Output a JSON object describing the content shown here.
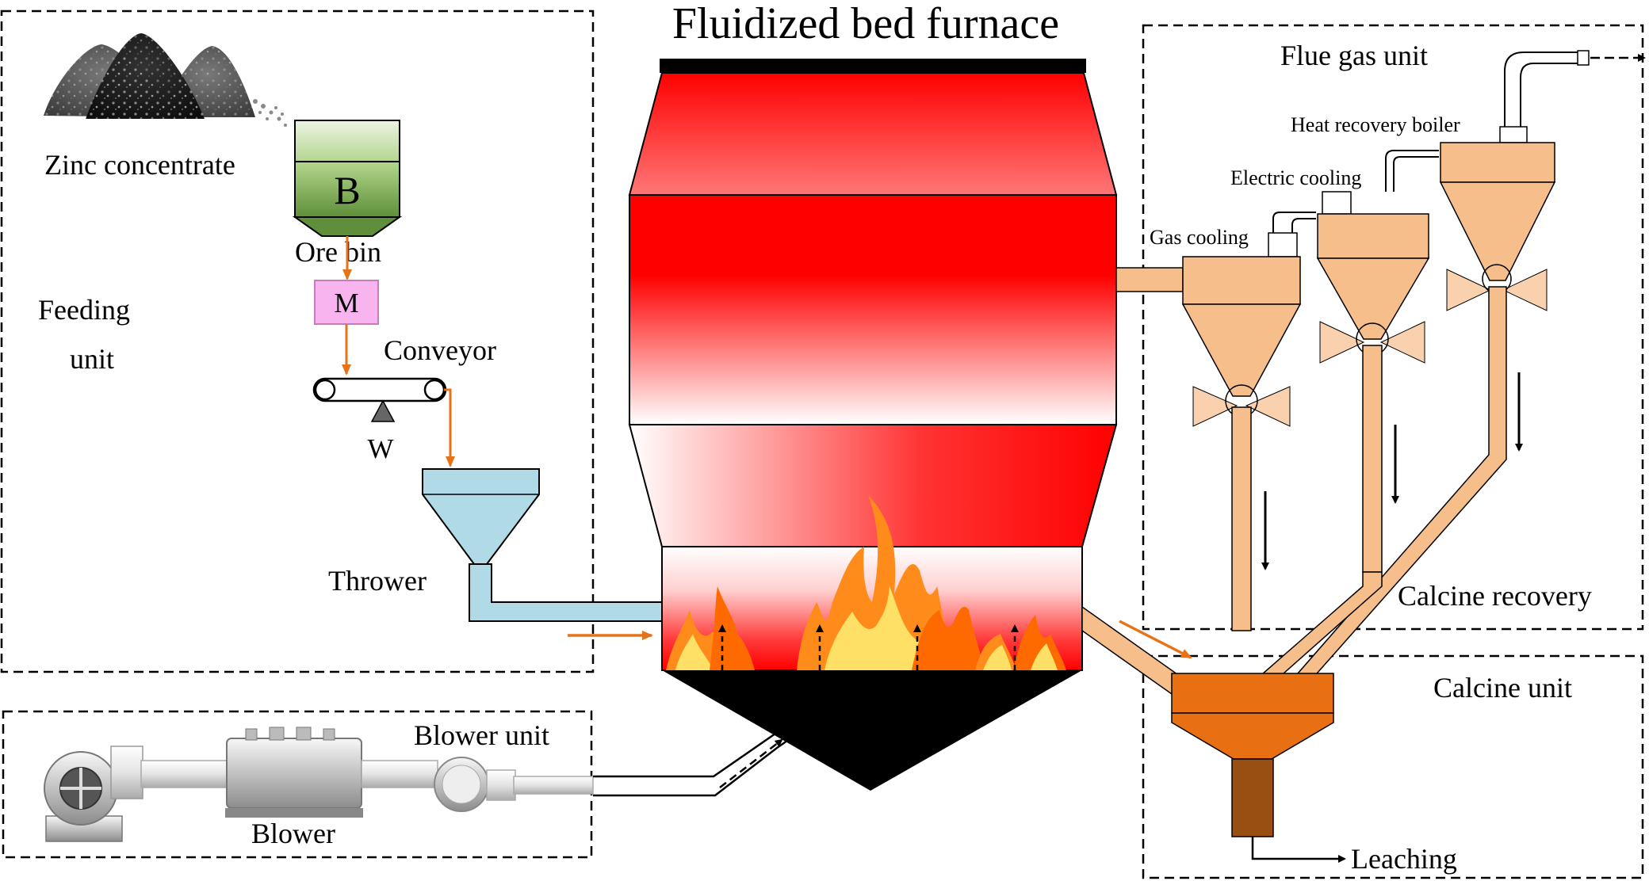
{
  "title": "Fluidized bed furnace",
  "units": {
    "feeding_line1": "Feeding",
    "feeding_line2": "unit",
    "blower": "Blower unit",
    "flue_gas": "Flue gas unit",
    "calcine": "Calcine unit"
  },
  "labels": {
    "zinc_concentrate": "Zinc concentrate",
    "ore_bin": "Ore bin",
    "bin_symbol": "B",
    "motor_symbol": "M",
    "conveyor": "Conveyor",
    "weigher_symbol": "W",
    "thrower": "Thrower",
    "blower": "Blower",
    "gas_cooling": "Gas cooling",
    "electric_cooling": "Electric cooling",
    "heat_recovery_boiler": "Heat recovery boiler",
    "calcine_recovery": "Calcine recovery",
    "leaching": "Leaching"
  },
  "colors": {
    "furnace_red": "#ff0000",
    "flow_arrow": "#e67317",
    "cyclone": "#f6be8b",
    "thrower": "#b0dbe6",
    "calcine_hopper": "#e97012",
    "leach_pipe": "#994f12",
    "ore_bin_green": "#7eab52",
    "motor_pink": "#f7b4ee"
  }
}
